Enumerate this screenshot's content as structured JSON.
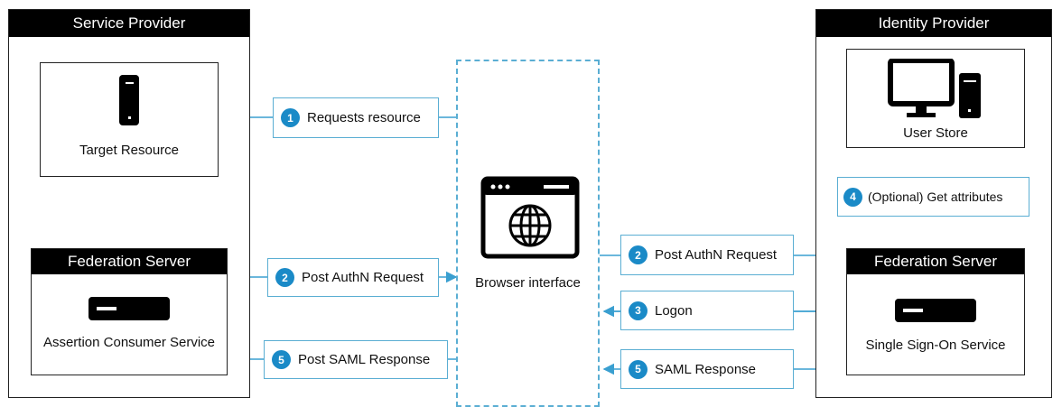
{
  "service_provider": {
    "title": "Service Provider",
    "target_resource": "Target Resource",
    "federation_server": "Federation Server",
    "assertion_consumer": "Assertion Consumer Service"
  },
  "identity_provider": {
    "title": "Identity Provider",
    "user_store": "User Store",
    "federation_server": "Federation Server",
    "sso_service": "Single Sign-On Service"
  },
  "browser": {
    "label": "Browser interface"
  },
  "steps": {
    "requests_resource": {
      "num": "1",
      "label": "Requests resource"
    },
    "post_authn_left": {
      "num": "2",
      "label": "Post AuthN Request"
    },
    "post_saml_left": {
      "num": "5",
      "label": "Post SAML Response"
    },
    "post_authn_right": {
      "num": "2",
      "label": "Post AuthN Request"
    },
    "logon": {
      "num": "3",
      "label": "Logon"
    },
    "saml_response": {
      "num": "5",
      "label": "SAML Response"
    },
    "get_attributes": {
      "num": "4",
      "label": "(Optional) Get attributes"
    }
  },
  "colors": {
    "accent": "#1a8ac7",
    "line": "#5aaed3"
  }
}
